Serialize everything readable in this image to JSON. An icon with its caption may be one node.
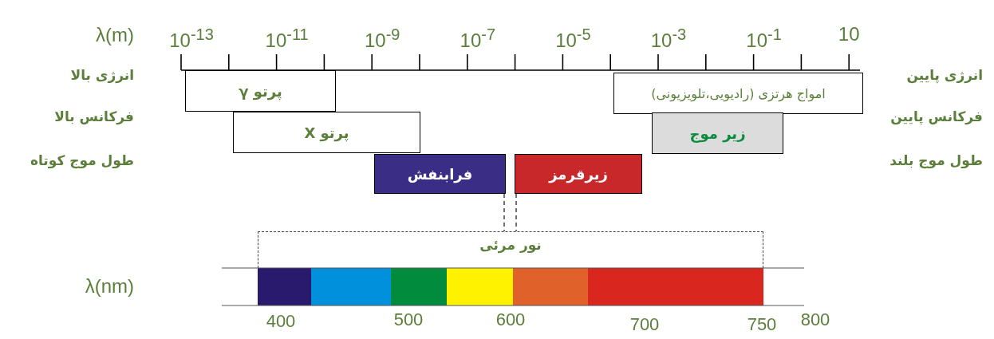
{
  "diagram": {
    "nodes": [
      {
        "text": [
          "پرتو γ"
        ]
      },
      {
        "text": [
          "امواج هرتزی (رادیویی،تلویزیونی)"
        ]
      },
      {
        "text": [
          "پرتو X"
        ]
      },
      {
        "text": [
          "زیر موج"
        ]
      },
      {
        "text": [
          "فرابنفش"
        ]
      },
      {
        "text": [
          "زیرقرمز"
        ]
      },
      {
        "text": [
          "نور مرئی"
        ]
      }
    ],
    "edges": [
      {
        "from": 4,
        "to": 6,
        "arrow": "none",
        "style": "dashed"
      },
      {
        "from": 5,
        "to": 6,
        "arrow": "none",
        "style": "dashed"
      }
    ],
    "labels": [
      "λ(m)",
      "10$^{-13}$",
      "10$^{-11}$",
      "10$^{-9}$",
      "10$^{-7}$",
      "10$^{-5}$",
      "10$^{-3}$",
      "10$^{-1}$",
      "10",
      "انرژی بالا",
      "انرژی پایین",
      "فرکانس بالا",
      "فرکانس پایین",
      "طول موج کوتاه",
      "طول موج بلند",
      "λ(nm)",
      "400",
      "500",
      "600",
      "700",
      "750",
      "800"
    ]
  }
}
